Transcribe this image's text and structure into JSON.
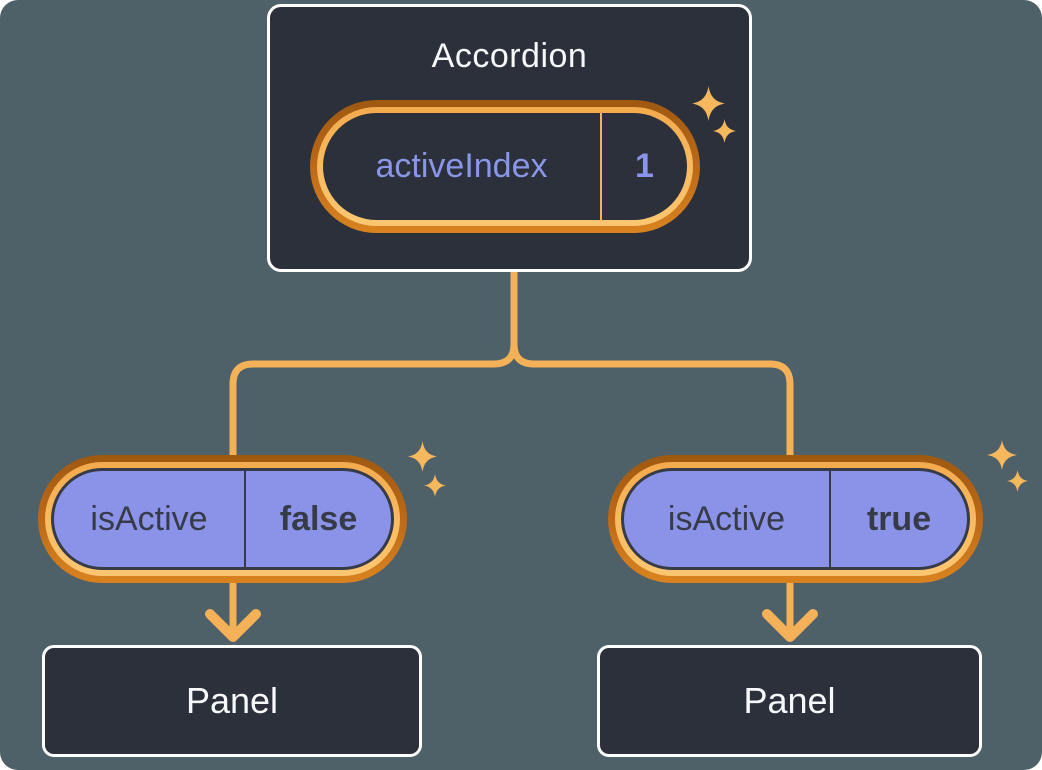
{
  "diagram": {
    "root": {
      "title": "Accordion",
      "state": {
        "name": "activeIndex",
        "value": "1"
      }
    },
    "children": [
      {
        "prop": {
          "name": "isActive",
          "value": "false"
        },
        "panel": {
          "label": "Panel"
        }
      },
      {
        "prop": {
          "name": "isActive",
          "value": "true"
        },
        "panel": {
          "label": "Panel"
        }
      }
    ],
    "colors": {
      "background": "#4e6068",
      "node_fill": "#2b303a",
      "node_border": "#ffffff",
      "connector_orange": "#f5b158",
      "ring_dark_orange": "#b5651a",
      "ring_light_orange": "#f8ba5f",
      "prop_pill_purple": "#8a93e8",
      "prop_text_dark": "#363b47",
      "state_text_purple": "#8a96e8",
      "title_text": "#f7f8fa"
    }
  }
}
